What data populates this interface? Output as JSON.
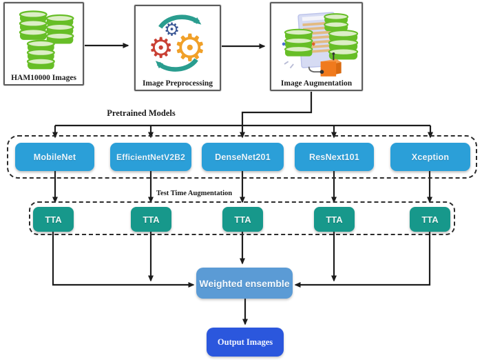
{
  "diagram": {
    "top_nodes": {
      "ham": {
        "label": "HAM10000 Images",
        "icon": "database-stack-icon"
      },
      "preprocessing": {
        "label": "Image Preprocessing",
        "icon": "gears-cycle-icon"
      },
      "augmentation": {
        "label": "Image Augmentation",
        "icon": "data-augmentation-icon"
      }
    },
    "section_labels": {
      "pretrained_models": "Pretrained Models",
      "test_time_augmentation": "Test Time Augmentation"
    },
    "models": [
      "MobileNet",
      "EfficientNetV2B2",
      "DenseNet201",
      "ResNext101",
      "Xception"
    ],
    "tta_boxes": [
      "TTA",
      "TTA",
      "TTA",
      "TTA",
      "TTA"
    ],
    "ensemble": {
      "label": "Weighted ensemble"
    },
    "output": {
      "label": "Output Images"
    },
    "colors": {
      "model_box": "#2B9FD8",
      "tta_box": "#17988B",
      "ensemble_box": "#5B9BD5",
      "output_box": "#2B57DD",
      "arrow": "#1C1C1C",
      "database_green": "#67BE27",
      "gear_red": "#C94034",
      "gear_orange": "#F0A028",
      "gear_blue": "#3A5795",
      "cycle_teal": "#2A9D8F",
      "cube_orange": "#F07A1D"
    }
  }
}
